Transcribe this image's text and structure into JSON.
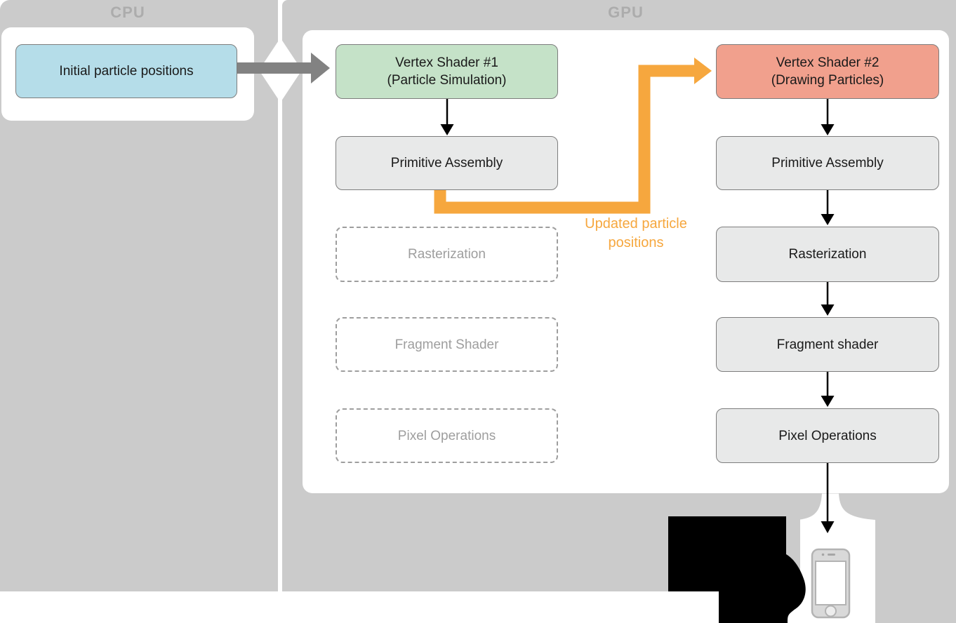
{
  "header": {
    "cpu_label": "CPU",
    "gpu_label": "GPU"
  },
  "cpu": {
    "initial_box": "Initial particle positions"
  },
  "gpu": {
    "pass1": {
      "vertex_shader": {
        "line1": "Vertex Shader #1",
        "line2": "(Particle Simulation)"
      },
      "primitive_assembly": "Primitive Assembly",
      "rasterization": "Rasterization",
      "fragment_shader": "Fragment Shader",
      "pixel_operations": "Pixel Operations"
    },
    "pass2": {
      "vertex_shader": {
        "line1": "Vertex Shader #2",
        "line2": "(Drawing Particles)"
      },
      "primitive_assembly": "Primitive Assembly",
      "rasterization": "Rasterization",
      "fragment_shader": "Fragment shader",
      "pixel_operations": "Pixel Operations"
    }
  },
  "annotations": {
    "updated_particles": {
      "line1": "Updated particle",
      "line2": "positions"
    }
  },
  "icons": {
    "diamond": "cpu-gpu-boundary-diamond",
    "phone": "iphone-icon",
    "silhouette": "black-silhouette-blob"
  },
  "colors": {
    "background_gray": "#cbcbcb",
    "panel_white": "#ffffff",
    "initial_box_blue": "#b5dde9",
    "vertex1_green": "#c5e2c8",
    "vertex2_salmon": "#f1a08d",
    "stage_gray": "#e8e9e9",
    "dashed_gray": "#9e9e9e",
    "arrow_dark_gray": "#828282",
    "accent_orange": "#f6a73e",
    "header_label_gray": "#acacac"
  }
}
